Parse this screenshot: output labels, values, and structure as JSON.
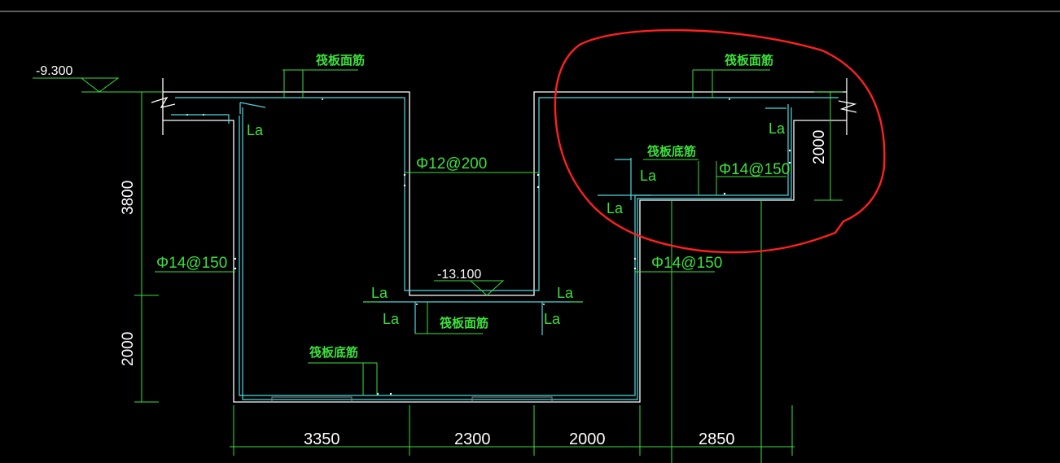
{
  "elevations": {
    "top": "-9.300",
    "pit": "-13.100"
  },
  "labels": {
    "raft_top_rebar": "筏板面筋",
    "raft_bottom_rebar": "筏板底筋",
    "anchorage": "La"
  },
  "rebar": {
    "pit_wall": "Φ12@200",
    "left_wall": "Φ14@150",
    "right_wall": "Φ14@150",
    "step_wall": "Φ14@150"
  },
  "dimensions": {
    "vertical_upper": "3800",
    "vertical_lower": "2000",
    "step_height": "2000",
    "bottom_spans": [
      "3350",
      "2300",
      "2000",
      "2850"
    ]
  },
  "colors": {
    "background": "#000000",
    "outline": "#ffffff",
    "rebar": "#4fd8e0",
    "annotation": "#3ce03c",
    "highlight": "#ff2020"
  }
}
